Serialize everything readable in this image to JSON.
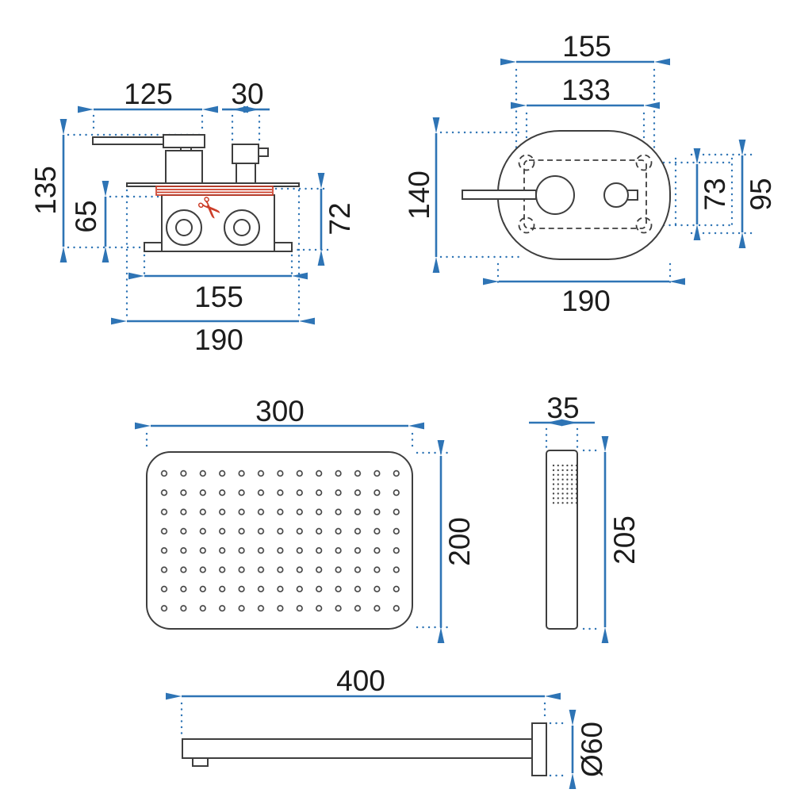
{
  "colors": {
    "dimension_blue": "#2E74B5",
    "cut_red": "#CC3D28",
    "line_dark": "#3E3E3E",
    "label_black": "#1C1C1C"
  },
  "icons": {
    "scissors": "✂"
  },
  "views": {
    "mixer_side": {
      "dims": {
        "handle_length": "125",
        "outlet_width": "30",
        "total_height": "135",
        "recess_depth": "65",
        "body_height": "72",
        "body_width": "155",
        "plate_width": "190"
      }
    },
    "mixer_front": {
      "dims": {
        "holes_width": "155",
        "recess_width": "133",
        "plate_height": "140",
        "recess_height": "73",
        "holes_height": "95",
        "plate_width": "190"
      }
    },
    "shower_head": {
      "dims": {
        "width": "300",
        "depth": "200"
      }
    },
    "hand_shower": {
      "dims": {
        "width": "35",
        "length": "205"
      }
    },
    "shower_arm": {
      "dims": {
        "length": "400",
        "flange_diameter": "Ø60"
      }
    }
  }
}
